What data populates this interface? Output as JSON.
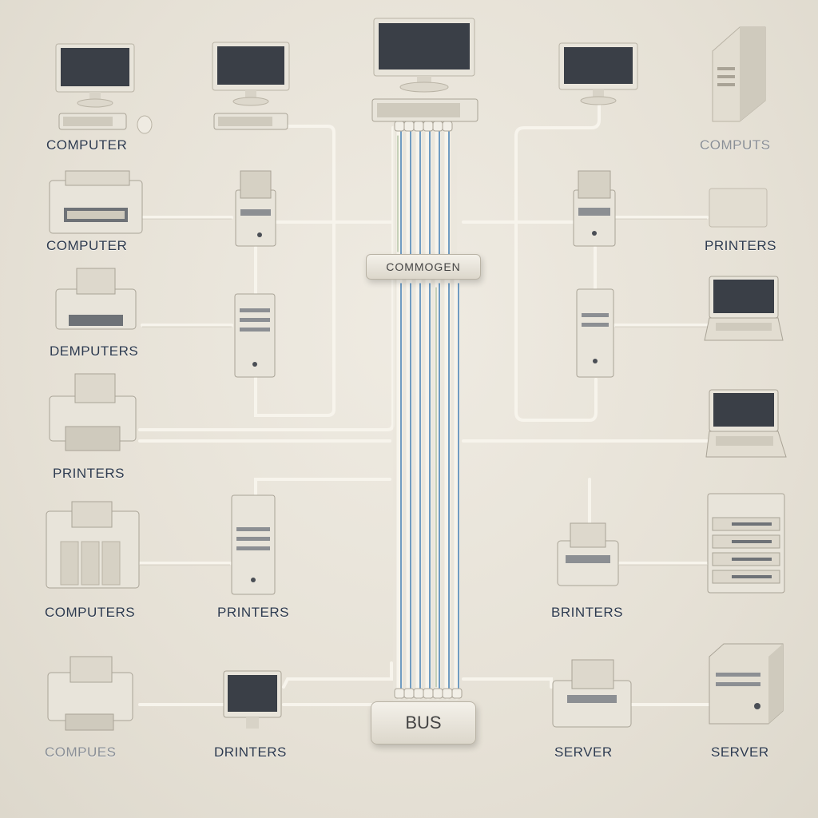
{
  "diagram": {
    "connector_label": "COMMOGEN",
    "bus_label": "BUS",
    "labels": {
      "l1": "COMPUTER",
      "l2": "COMPUTER",
      "l3": "DEMPUTERS",
      "l4": "PRINTERS",
      "l5": "COMPUTERS",
      "l6": "PRINTERS",
      "l7": "COMPUES",
      "l8": "DRINTERS",
      "l9": "COMPUTS",
      "l10": "PRINTERS",
      "l11": "BRINTERS",
      "l12": "SERVER",
      "l13": "SERVER"
    }
  },
  "colors": {
    "background": "#e6e1d6",
    "device_body": "#e8e4da",
    "screen": "#3a3f47",
    "cable": "#f5f2ea",
    "cable_stripe": "#4f86b8",
    "label_text": "#2d3a4e"
  },
  "icons": [
    "monitor-icon",
    "keyboard-icon",
    "mouse-icon",
    "printer-icon",
    "tower-icon",
    "laptop-icon",
    "server-rack-icon"
  ]
}
